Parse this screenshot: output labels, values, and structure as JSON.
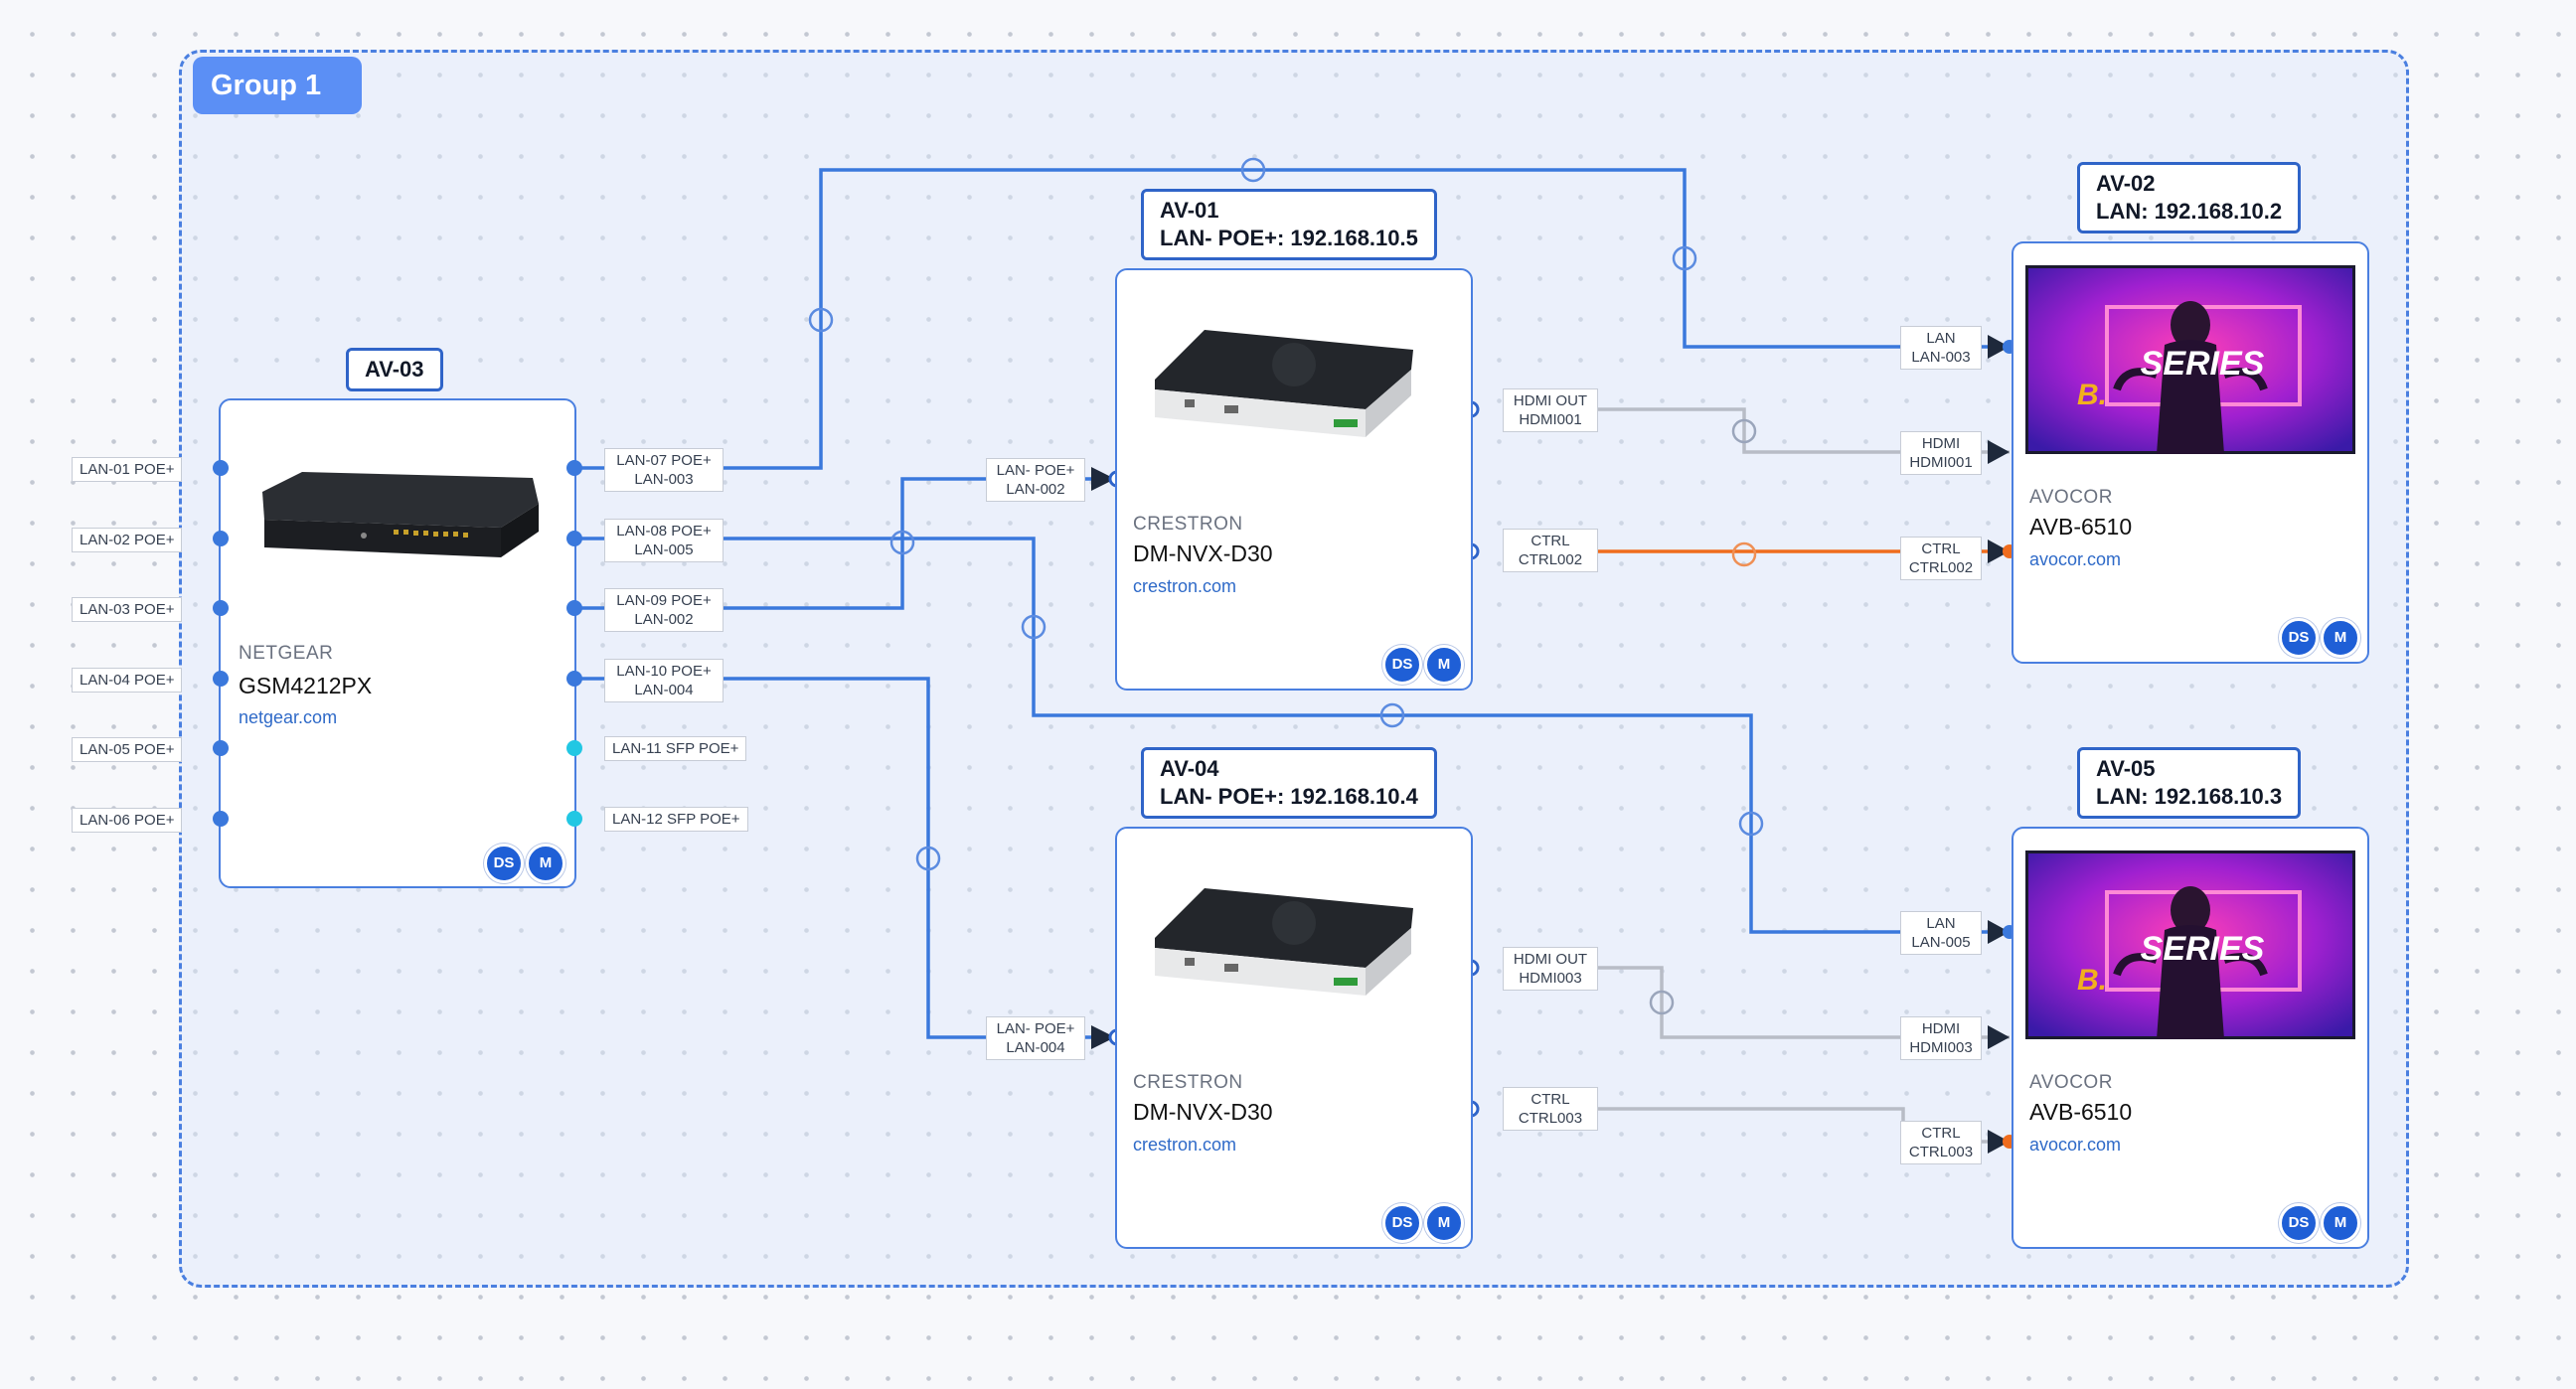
{
  "group": {
    "title": "Group 1"
  },
  "colors": {
    "accent": "#4a7fe0",
    "badge": "#1f5fd6",
    "lan_wire": "#3a78dc",
    "video_wire": "#b8bcc6",
    "ctrl_wire": "#ef6c1d",
    "sfp_port": "#22c7e3"
  },
  "devices": {
    "av03": {
      "tag": "AV-03",
      "brand": "NETGEAR",
      "model": "GSM4212PX",
      "link": "netgear.com",
      "ds": "DS",
      "m": "M",
      "left_ports": [
        "LAN-01 POE+",
        "LAN-02 POE+",
        "LAN-03 POE+",
        "LAN-04 POE+",
        "LAN-05 POE+",
        "LAN-06 POE+"
      ],
      "right_ports": [
        {
          "l1": "LAN-07 POE+",
          "l2": "LAN-003"
        },
        {
          "l1": "LAN-08 POE+",
          "l2": "LAN-005"
        },
        {
          "l1": "LAN-09 POE+",
          "l2": "LAN-002"
        },
        {
          "l1": "LAN-10 POE+",
          "l2": "LAN-004"
        },
        {
          "l1": "LAN-11 SFP POE+"
        },
        {
          "l1": "LAN-12 SFP POE+"
        }
      ]
    },
    "av01": {
      "tag": "AV-01",
      "ip": "LAN- POE+: 192.168.10.5",
      "brand": "CRESTRON",
      "model": "DM-NVX-D30",
      "link": "crestron.com",
      "ds": "DS",
      "m": "M",
      "in_port": {
        "l1": "LAN- POE+",
        "l2": "LAN-002"
      },
      "out_ports": [
        {
          "l1": "HDMI OUT",
          "l2": "HDMI001"
        },
        {
          "l1": "CTRL",
          "l2": "CTRL002"
        }
      ]
    },
    "av04": {
      "tag": "AV-04",
      "ip": "LAN- POE+: 192.168.10.4",
      "brand": "CRESTRON",
      "model": "DM-NVX-D30",
      "link": "crestron.com",
      "ds": "DS",
      "m": "M",
      "in_port": {
        "l1": "LAN- POE+",
        "l2": "LAN-004"
      },
      "out_ports": [
        {
          "l1": "HDMI OUT",
          "l2": "HDMI003"
        },
        {
          "l1": "CTRL",
          "l2": "CTRL003"
        }
      ]
    },
    "av02": {
      "tag": "AV-02",
      "ip": "LAN: 192.168.10.2",
      "brand": "AVOCOR",
      "model": "AVB-6510",
      "link": "avocor.com",
      "ds": "DS",
      "m": "M",
      "screen_text": "SERIES",
      "screen_mark": "B.",
      "in_ports": [
        {
          "l1": "LAN",
          "l2": "LAN-003"
        },
        {
          "l1": "HDMI",
          "l2": "HDMI001"
        },
        {
          "l1": "CTRL",
          "l2": "CTRL002"
        }
      ]
    },
    "av05": {
      "tag": "AV-05",
      "ip": "LAN: 192.168.10.3",
      "brand": "AVOCOR",
      "model": "AVB-6510",
      "link": "avocor.com",
      "ds": "DS",
      "m": "M",
      "screen_text": "SERIES",
      "screen_mark": "B.",
      "in_ports": [
        {
          "l1": "LAN",
          "l2": "LAN-005"
        },
        {
          "l1": "HDMI",
          "l2": "HDMI003"
        },
        {
          "l1": "CTRL",
          "l2": "CTRL003"
        }
      ]
    }
  }
}
